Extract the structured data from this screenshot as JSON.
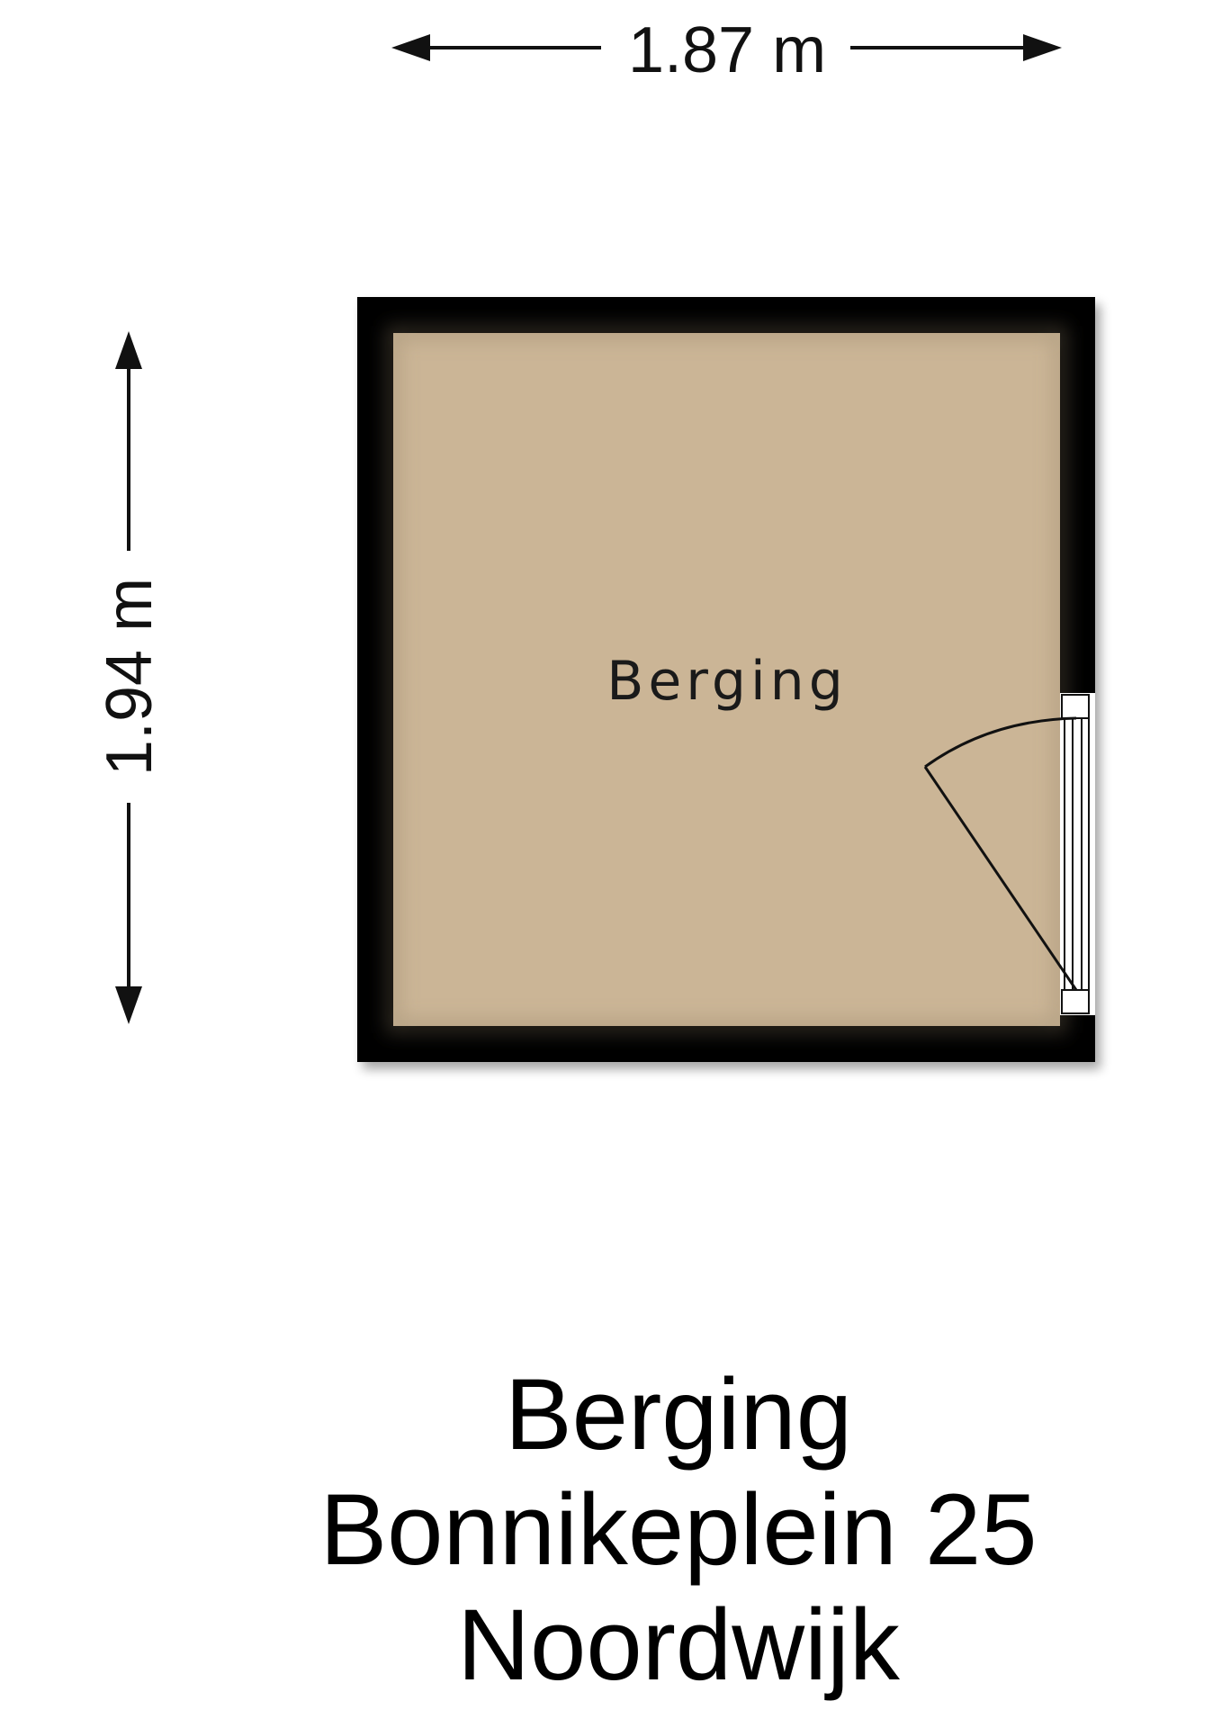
{
  "dimensions": {
    "width_label": "1.87 m",
    "height_label": "1.94 m"
  },
  "room": {
    "label": "Berging"
  },
  "caption": {
    "line1": "Berging",
    "line2": "Bonnikeplein 25",
    "line3": "Noordwijk"
  },
  "colors": {
    "floor": "#cbb596",
    "wall": "#000000",
    "line": "#111111"
  }
}
